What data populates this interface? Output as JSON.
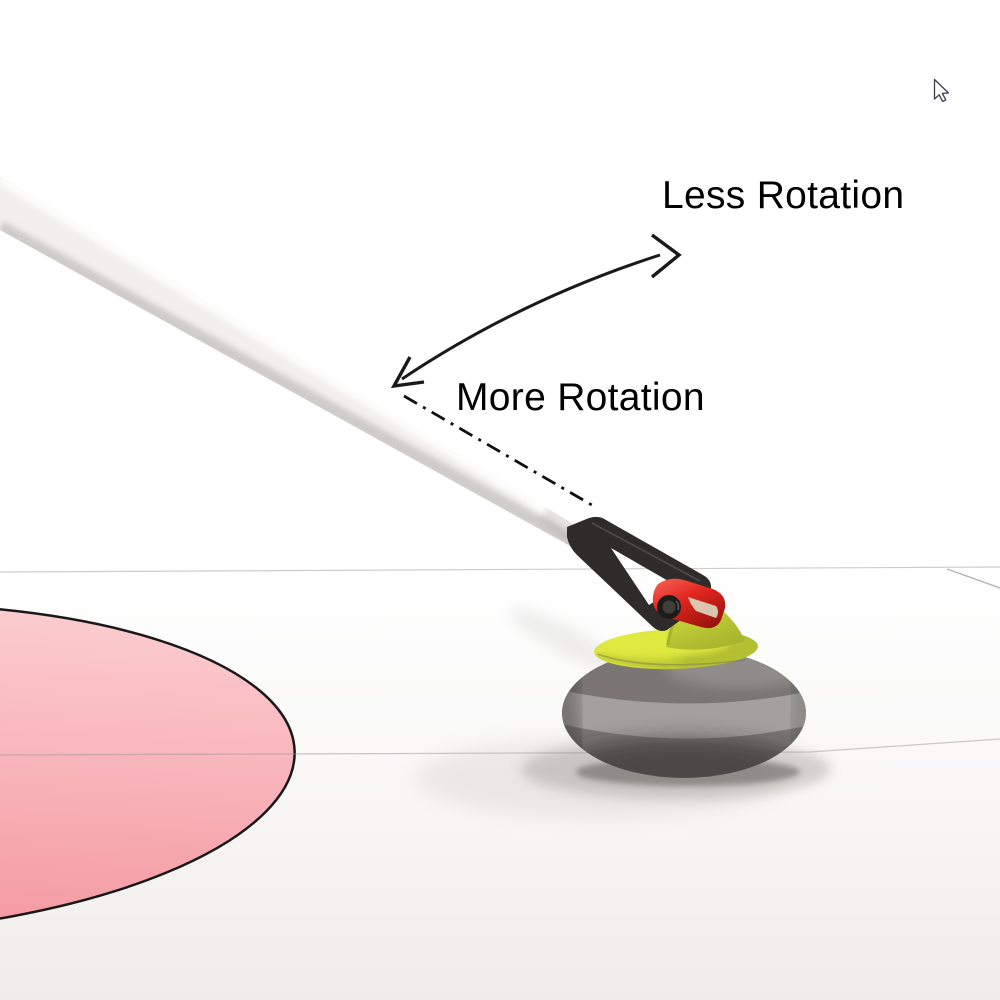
{
  "annotations": {
    "less_rotation_label": "Less Rotation",
    "more_rotation_label": "More Rotation"
  },
  "icons": {
    "cursor": "arrow-pointer-icon"
  },
  "scene": {
    "objects": [
      "curling-stone",
      "stone-cap",
      "stone-handle",
      "handle-clamp",
      "delivery-stick",
      "house-circle",
      "rotation-arc-arrow",
      "dash-dot-guide-line",
      "floor-lines",
      "mouse-cursor"
    ]
  },
  "colors": {
    "background": "#ffffff",
    "annotation-text": "#000000",
    "arrow-stroke": "#1a1a1a",
    "house-pink-light": "#fbcdd0",
    "house-pink-dark": "#f49aa1",
    "house-outline": "#191919",
    "stone-body-gray": "#7b7673",
    "stone-band-gray": "#a3a09e",
    "stone-cap-yellow": "#d6e23c",
    "stone-handle-yellow": "#c5d136",
    "handle-clamp-red": "#e0261d",
    "stick-white": "#f1f0ee",
    "frame-black": "#2e2c2b",
    "floor-line-gray": "#c9c8c7"
  }
}
